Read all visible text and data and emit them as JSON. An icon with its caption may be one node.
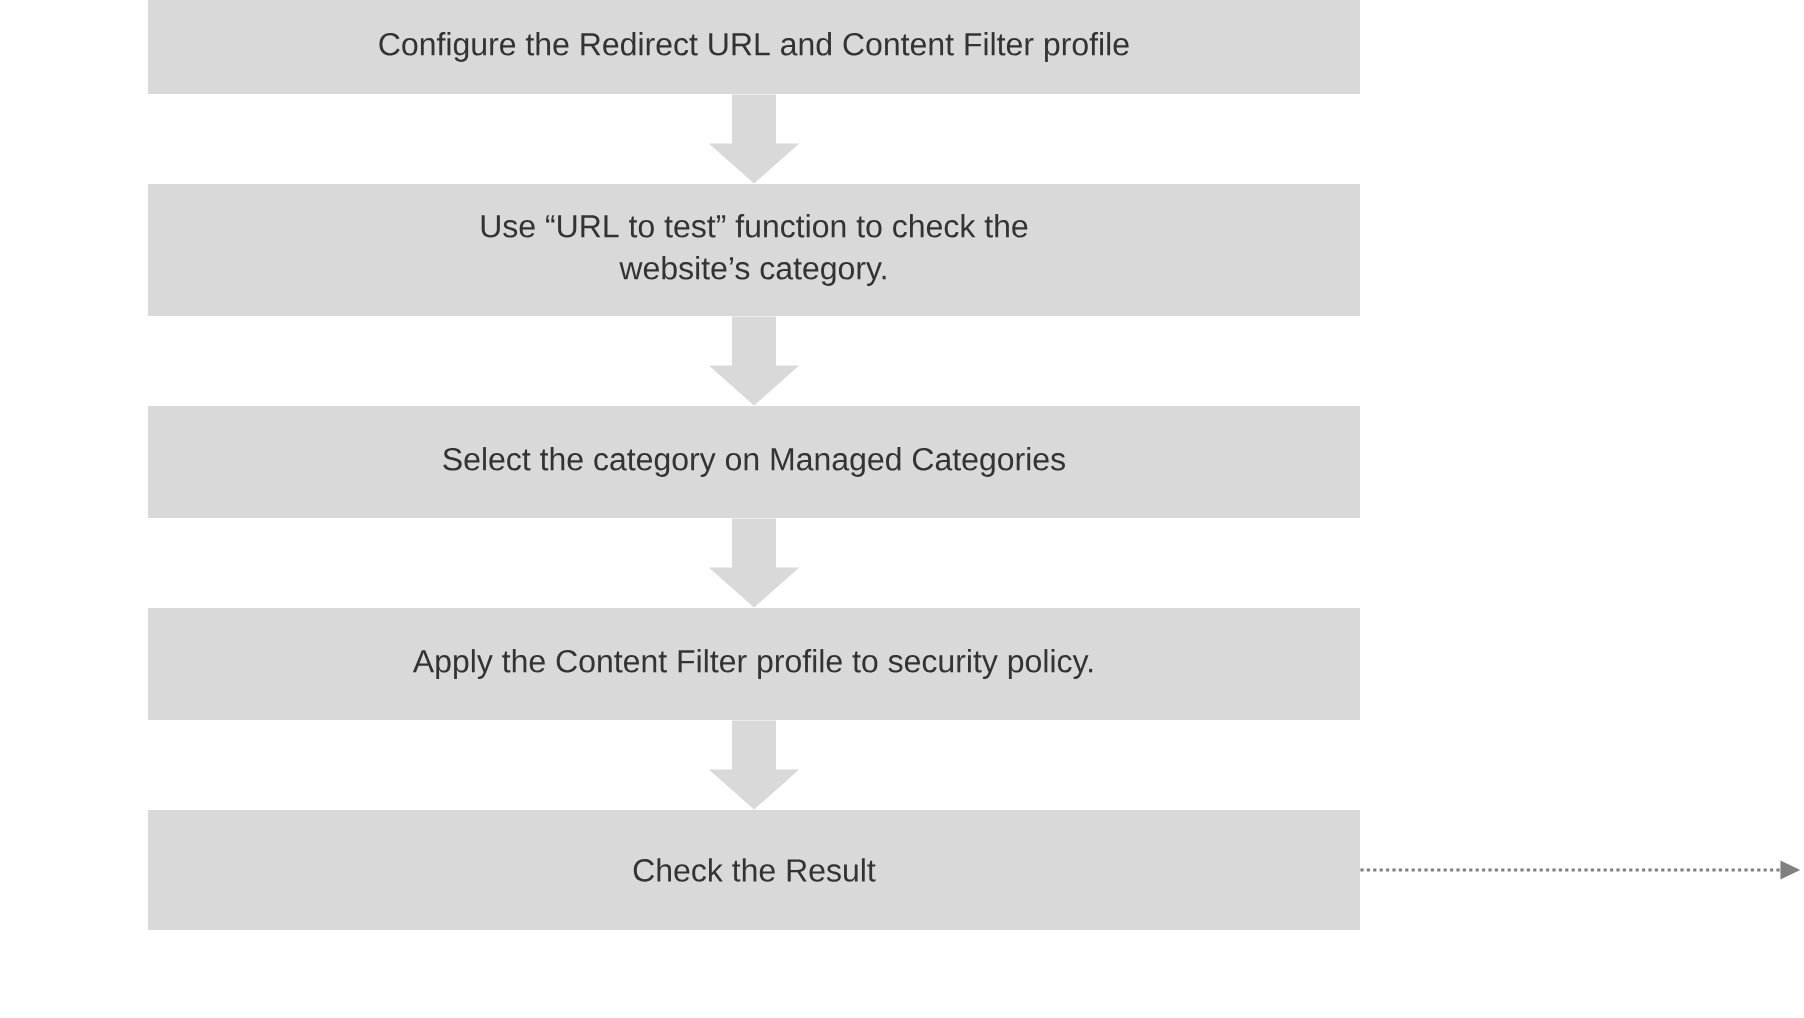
{
  "diagram": {
    "nodes": [
      {
        "text": [
          "Configure the Redirect URL and Content Filter profile"
        ]
      },
      {
        "text": [
          "Use “URL to test” function to check the website’s category."
        ]
      },
      {
        "text": [
          "Select the category on Managed Categories"
        ]
      },
      {
        "text": [
          "Apply the Content Filter profile to security policy."
        ]
      },
      {
        "text": [
          "Check the Result"
        ]
      }
    ],
    "edges": [
      {
        "from": 0,
        "to": 1,
        "arrow": "to"
      },
      {
        "from": 1,
        "to": 2,
        "arrow": "to"
      },
      {
        "from": 2,
        "to": 3,
        "arrow": "to"
      },
      {
        "from": 3,
        "to": 4,
        "arrow": "to"
      },
      {
        "from": 4,
        "to": null,
        "arrow": "to",
        "style": "dashed",
        "color": "#808080"
      }
    ]
  }
}
